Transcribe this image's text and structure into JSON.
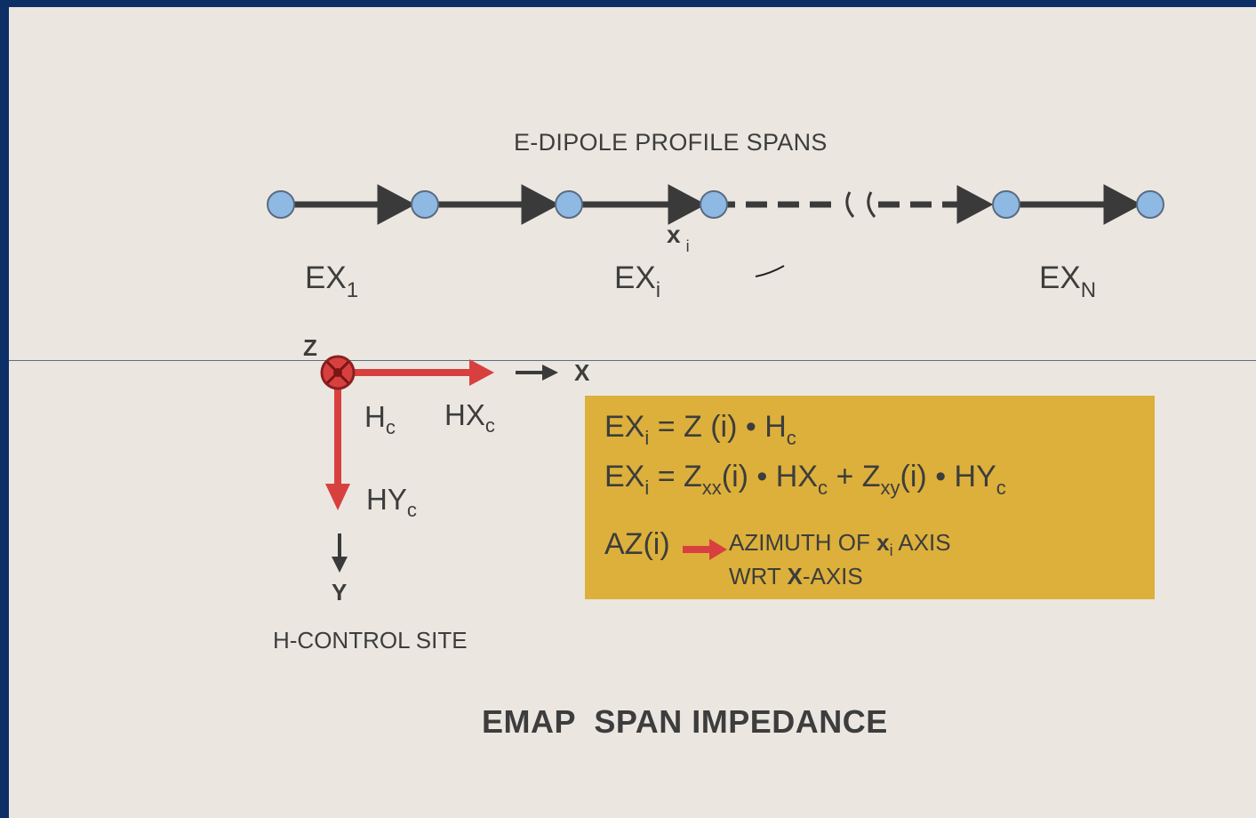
{
  "profile": {
    "title": "E-DIPOLE PROFILE SPANS",
    "ex_labels": [
      {
        "base": "EX",
        "sub": "1"
      },
      {
        "base": "EX",
        "sub": "i"
      },
      {
        "base": "EX",
        "sub": "N"
      }
    ],
    "xi_label": {
      "base": "x",
      "sub": "i"
    }
  },
  "control_site": {
    "z_label": "Z",
    "x_label": "X",
    "y_label": "Y",
    "hc": {
      "base": "H",
      "sub": "c"
    },
    "hxc": {
      "base": "HX",
      "sub": "c"
    },
    "hyc": {
      "base": "HY",
      "sub": "c"
    },
    "caption": "H-CONTROL SITE"
  },
  "equations": {
    "eq1": {
      "lhs": "EX",
      "lhs_sub": "i",
      "rhs_a": " = Z (i) • H",
      "rhs_a_sub": "c"
    },
    "eq2": {
      "lhs": "EX",
      "lhs_sub": "i",
      "p1": " = Z",
      "p1_sub": "xx",
      "p2": "(i) • HX",
      "p2_sub": "c",
      "p3": " + Z",
      "p3_sub": "xy",
      "p4": "(i) • HY",
      "p4_sub": "c"
    },
    "az": {
      "lhs": "AZ(i)",
      "line1_a": "AZIMUTH OF ",
      "line1_x": "x",
      "line1_sub": "i",
      "line1_b": " AXIS",
      "line2_a": "WRT ",
      "line2_x": "X",
      "line2_b": "-AXIS"
    }
  },
  "title": "EMAP  SPAN IMPEDANCE",
  "colors": {
    "background": "#ebe7e0",
    "frame": "#0c2f66",
    "node": "#8db9e3",
    "arrow": "#3a3a3a",
    "field_arrow": "#d84040",
    "box": "#dcb03a"
  }
}
